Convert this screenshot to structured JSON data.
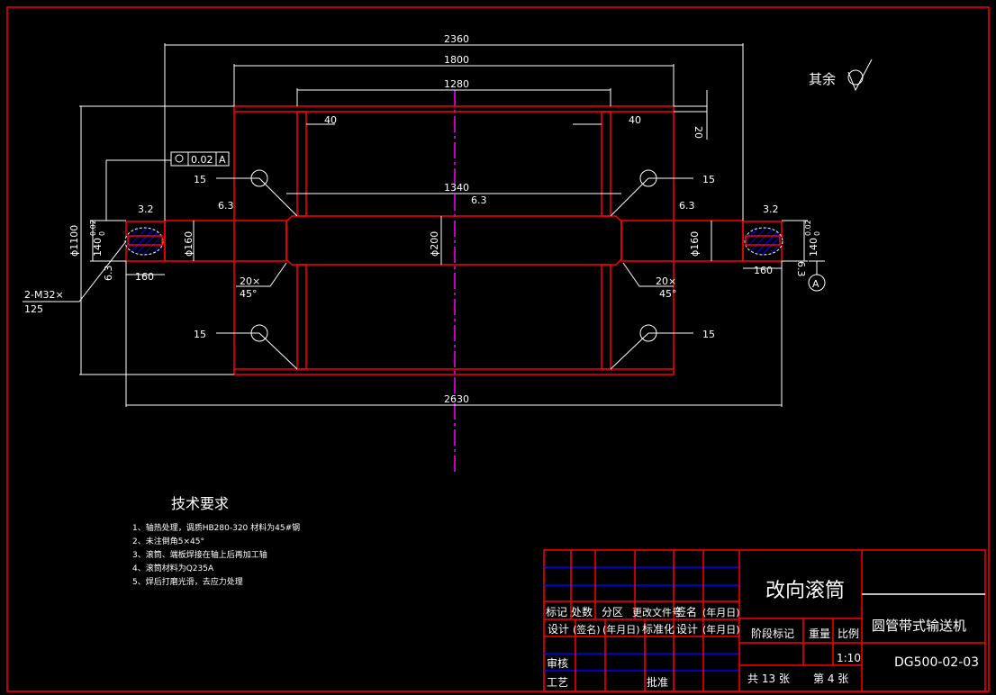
{
  "colors": {
    "outline": "#ff0000",
    "dimension": "#ffffff",
    "hatch": "#0000ff",
    "centerline": "#ff00ff"
  },
  "surface_note": {
    "label": "其余",
    "symbol": "surface-roughness-icon"
  },
  "dimensions": {
    "overall": "2360",
    "shell": "1800",
    "plates": "1280",
    "hub": "1340",
    "total": "2630",
    "diam_shell": "ϕ1100",
    "diam_hub": "ϕ200",
    "diam_shaft_left": "ϕ160",
    "diam_shaft_right": "ϕ160",
    "plate_left": "40",
    "plate_right": "40",
    "shell_thk": "20",
    "end_left": "160",
    "end_right": "160",
    "end_tol_left": "140",
    "end_tol_right": "140",
    "tol_upper": "0.02",
    "tol_lower": "0",
    "weld_tl": "15",
    "weld_bl": "15",
    "weld_tr": "15",
    "weld_br": "15",
    "rough_shaft_l": "6.3",
    "rough_shaft_r": "6.3",
    "rough_hub": "6.3",
    "rough_end_l": "3.2",
    "rough_end_r": "3.2",
    "rough_face_l": "6.3",
    "rough_face_r": "6.3",
    "chamfer_l1": "20×",
    "chamfer_l2": "45°",
    "chamfer_r1": "20×",
    "chamfer_r2": "45°",
    "thread_1": "2-M32×",
    "thread_2": "125",
    "tolerance_frame": {
      "value": "0.02",
      "datum": "A"
    },
    "datum": "A"
  },
  "tech": {
    "title": "技术要求",
    "items": [
      "1、轴热处理，调质HB280-320 材料为45#钢",
      "2、未注倒角5×45°",
      "3、滚筒、端板焊接在轴上后再加工轴",
      "4、滚筒材料为Q235A",
      "5、焊后打磨光滑，去应力处理"
    ]
  },
  "title_block": {
    "row1": [
      "标记",
      "处数",
      "分区",
      "更改文件号",
      "签名",
      "(年月日)"
    ],
    "row2": [
      "设计",
      "(签名)",
      "(年月日)",
      "标准化",
      "设计",
      "(年月日)"
    ],
    "review": "审核",
    "process": "工艺",
    "approve": "批准",
    "drawing_name": "改向滚筒",
    "stage": "阶段标记",
    "weight": "重量",
    "scale_label": "比例",
    "scale": "1:10",
    "sheets": "共 13 张",
    "sheet_no": "第 4 张",
    "product": "圆管带式输送机",
    "code": "DG500-02-03"
  }
}
